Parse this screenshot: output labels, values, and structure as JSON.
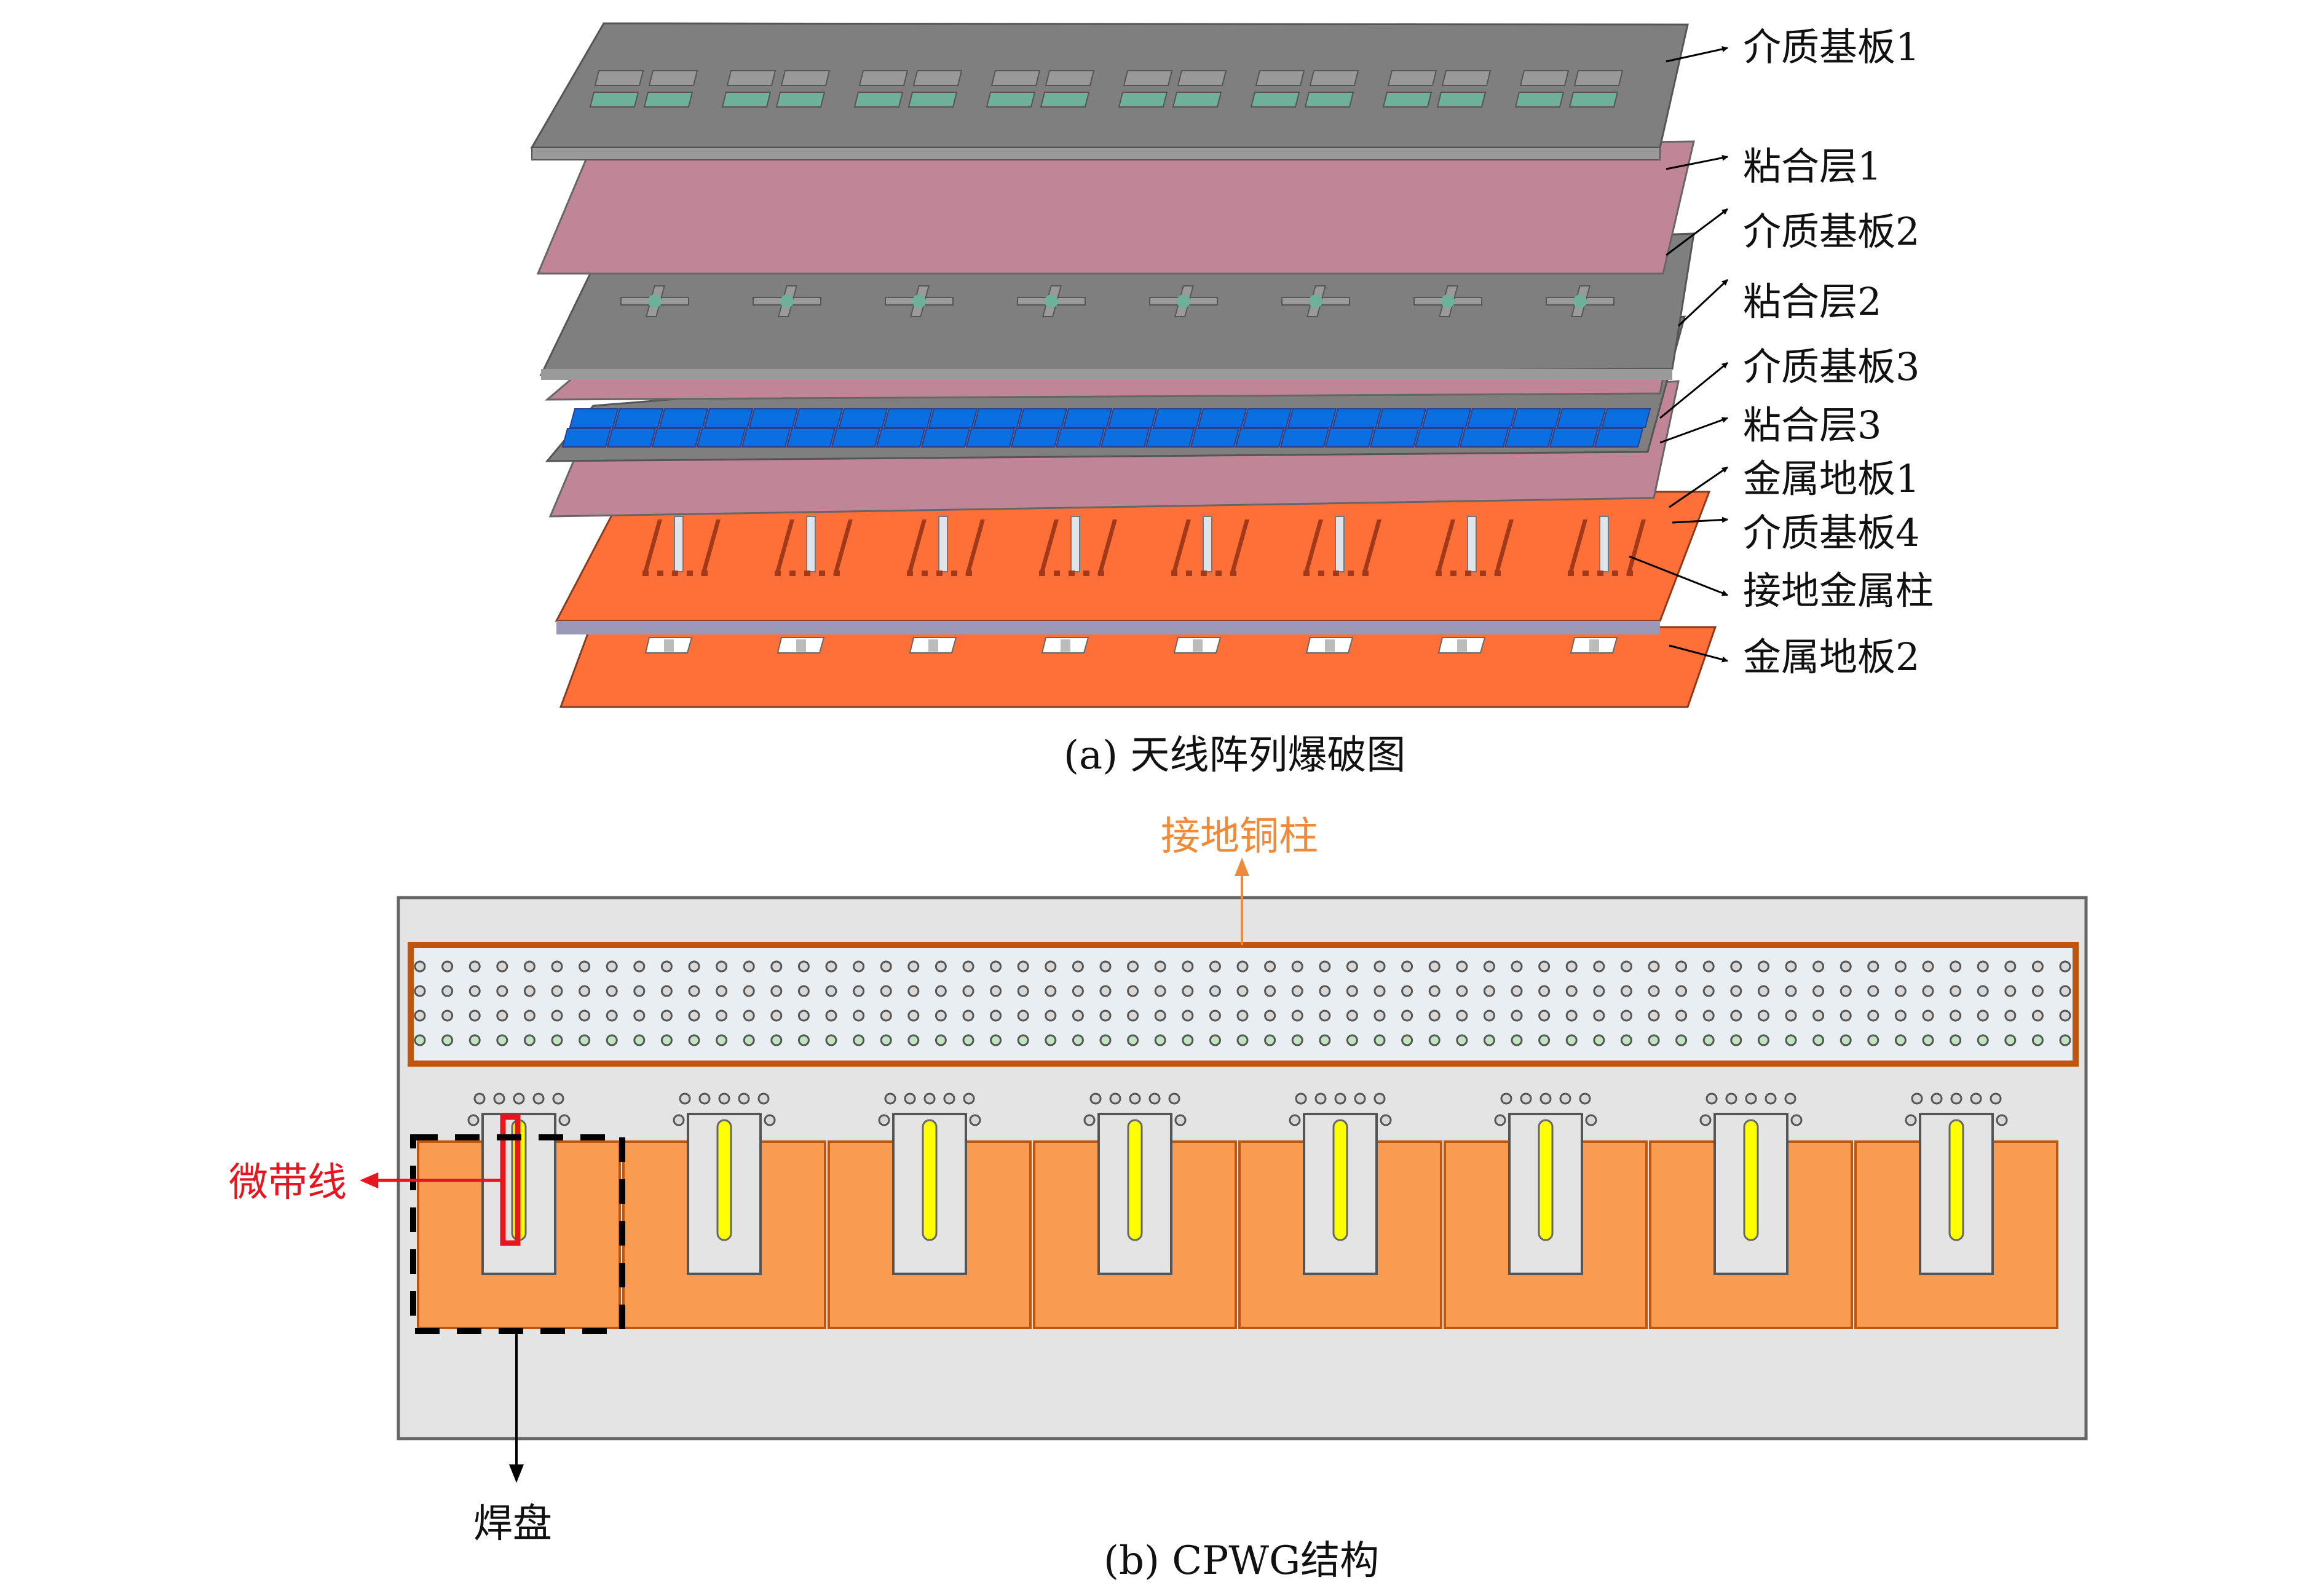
{
  "figure_a": {
    "caption": "(a) 天线阵列爆破图",
    "layer_labels": [
      "介质基板1",
      "粘合层1",
      "介质基板2",
      "粘合层2",
      "介质基板3",
      "粘合层3",
      "金属地板1",
      "介质基板4",
      "接地金属柱",
      "金属地板2"
    ],
    "element_count": 8,
    "colors": {
      "substrate": "#7f7f7f",
      "bond": "#c08596",
      "patch": "#0a6fe0",
      "metal": "#ff7038",
      "pad": "#6fb09a"
    }
  },
  "figure_b": {
    "caption": "(b) CPWG结构",
    "callout_top": "接地铜柱",
    "callout_left": "微带线",
    "callout_bottom": "焊盘",
    "via_rows": 4,
    "via_cols": 61,
    "cell_count": 8,
    "colors": {
      "board": "#e4e4e4",
      "ground": "#f99b50",
      "strip": "#ffff00",
      "via_frame": "#c0560e",
      "microstrip_callout": "#e8141e",
      "via_callout": "#ef8a3a"
    }
  }
}
